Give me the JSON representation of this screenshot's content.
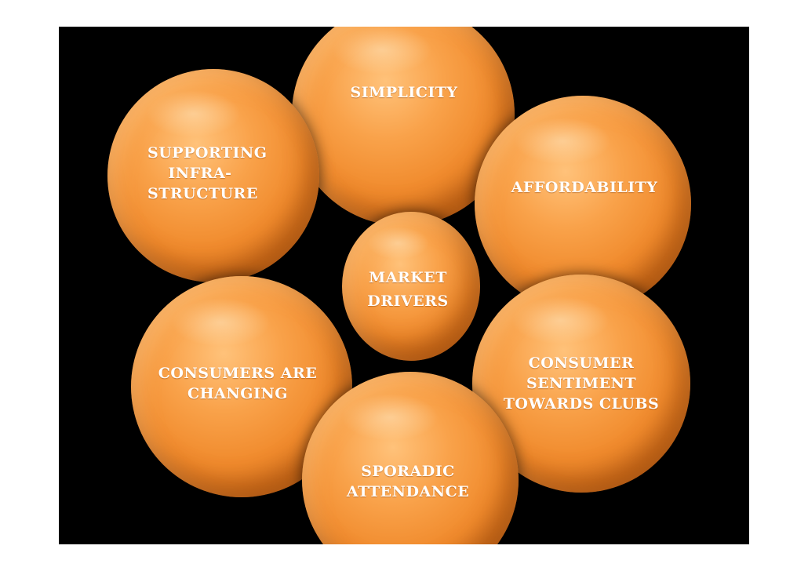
{
  "diagram": {
    "center": {
      "lines": [
        "MARKET",
        "DRIVERS"
      ]
    },
    "nodes": [
      {
        "id": "simplicity",
        "lines": [
          "SIMPLICITY"
        ]
      },
      {
        "id": "affordability",
        "lines": [
          "AFFORDABILITY"
        ]
      },
      {
        "id": "consumer-sentiment",
        "lines": [
          "CONSUMER",
          "SENTIMENT",
          "TOWARDS CLUBS"
        ]
      },
      {
        "id": "sporadic-attendance",
        "lines": [
          "SPORADIC",
          "ATTENDANCE"
        ]
      },
      {
        "id": "consumers-changing",
        "lines": [
          "CONSUMERS ARE",
          "CHANGING"
        ]
      },
      {
        "id": "supporting-infrastructure",
        "lines": [
          "SUPPORTING",
          "INFRA-",
          "STRUCTURE"
        ]
      }
    ],
    "colors": {
      "bubble": "#f08a2c",
      "background": "#000000",
      "text": "#ffffff"
    }
  }
}
